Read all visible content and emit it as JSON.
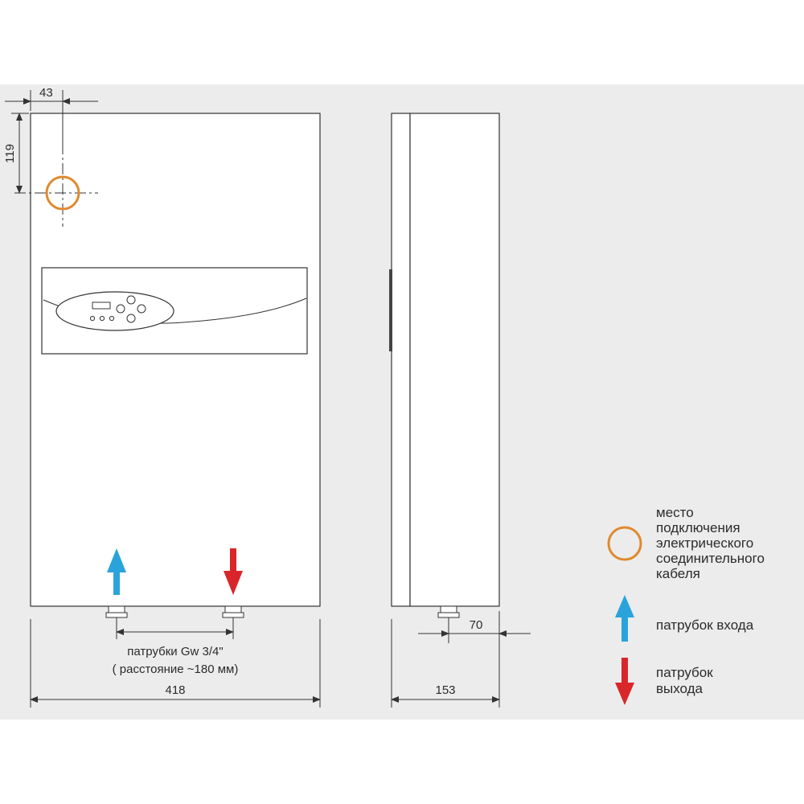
{
  "dimensions": {
    "offset_left": "43",
    "offset_top": "119",
    "width": "418",
    "depth": "153",
    "pipe_offset": "70"
  },
  "pipes_note": {
    "line1": "патрубки Gw 3/4\"",
    "line2": "( расстояние  ~180 мм)"
  },
  "legend": {
    "cable": [
      "место",
      "подключения",
      "электрического",
      "соединительного",
      "кабеля"
    ],
    "inlet": [
      "патрубок входа"
    ],
    "outlet": [
      "патрубок",
      "выхода"
    ]
  },
  "colors": {
    "background_band": "#ececec",
    "cable_circle": "#e0892e",
    "inlet_arrow": "#2aa3db",
    "outlet_arrow": "#d9262b",
    "line": "#333333"
  },
  "icons": {
    "cable": "orange-circle",
    "inlet": "blue-up-arrow",
    "outlet": "red-down-arrow"
  }
}
